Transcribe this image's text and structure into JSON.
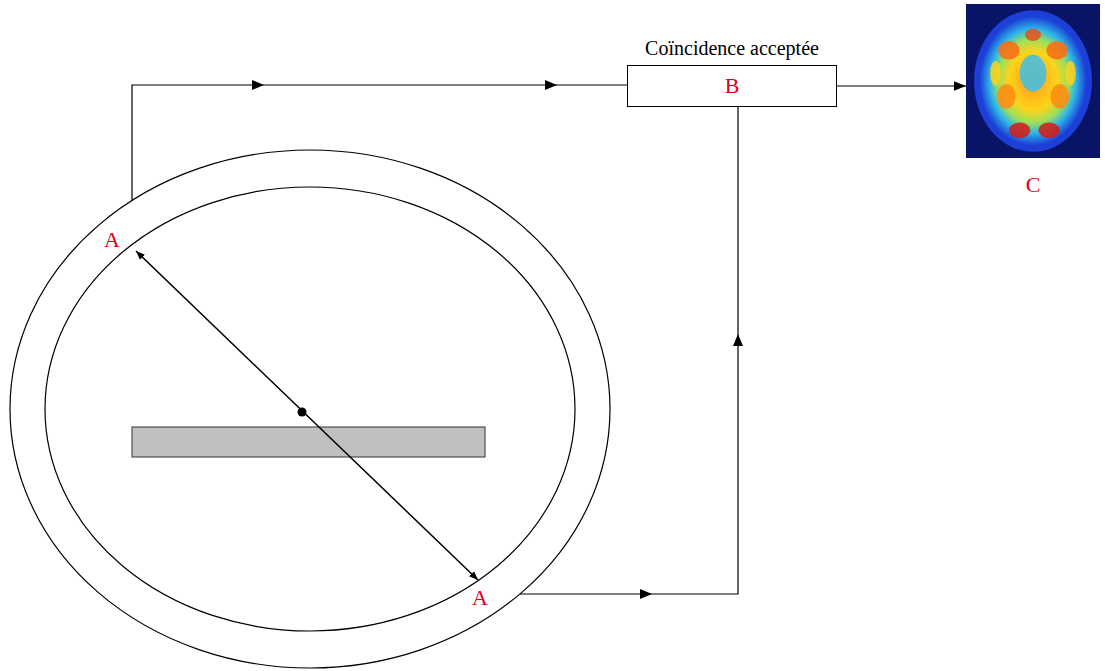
{
  "diagram": {
    "nodes": [
      {
        "text": [
          "Coïncidence acceptée",
          "B"
        ]
      },
      {
        "text": [
          "C"
        ]
      }
    ],
    "edges": [
      {
        "from": 0,
        "to": 1,
        "arrow": "to"
      }
    ],
    "labels": [
      "A",
      "A"
    ]
  }
}
